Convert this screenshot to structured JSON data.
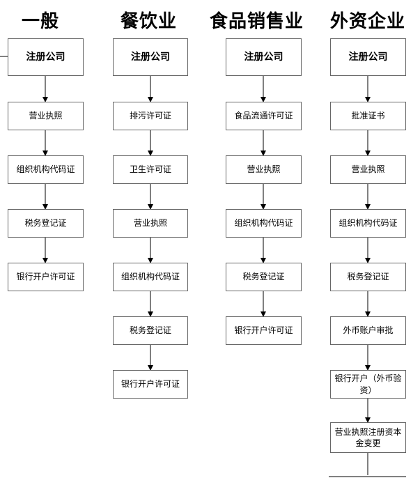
{
  "columns": [
    {
      "title": "一般",
      "steps": [
        "注册公司",
        "营业执照",
        "组织机构代码证",
        "税务登记证",
        "银行开户许可证"
      ]
    },
    {
      "title": "餐饮业",
      "steps": [
        "注册公司",
        "排污许可证",
        "卫生许可证",
        "营业执照",
        "组织机构代码证",
        "税务登记证",
        "银行开户许可证"
      ]
    },
    {
      "title": "食品销售业",
      "steps": [
        "注册公司",
        "食品流通许可证",
        "营业执照",
        "组织机构代码证",
        "税务登记证",
        "银行开户许可证"
      ]
    },
    {
      "title": "外资企业",
      "steps": [
        "注册公司",
        "批准证书",
        "营业执照",
        "组织机构代码证",
        "税务登记证",
        "外币账户审批",
        "银行开户（外币验资）",
        "营业执照注册资本金变更"
      ]
    }
  ]
}
